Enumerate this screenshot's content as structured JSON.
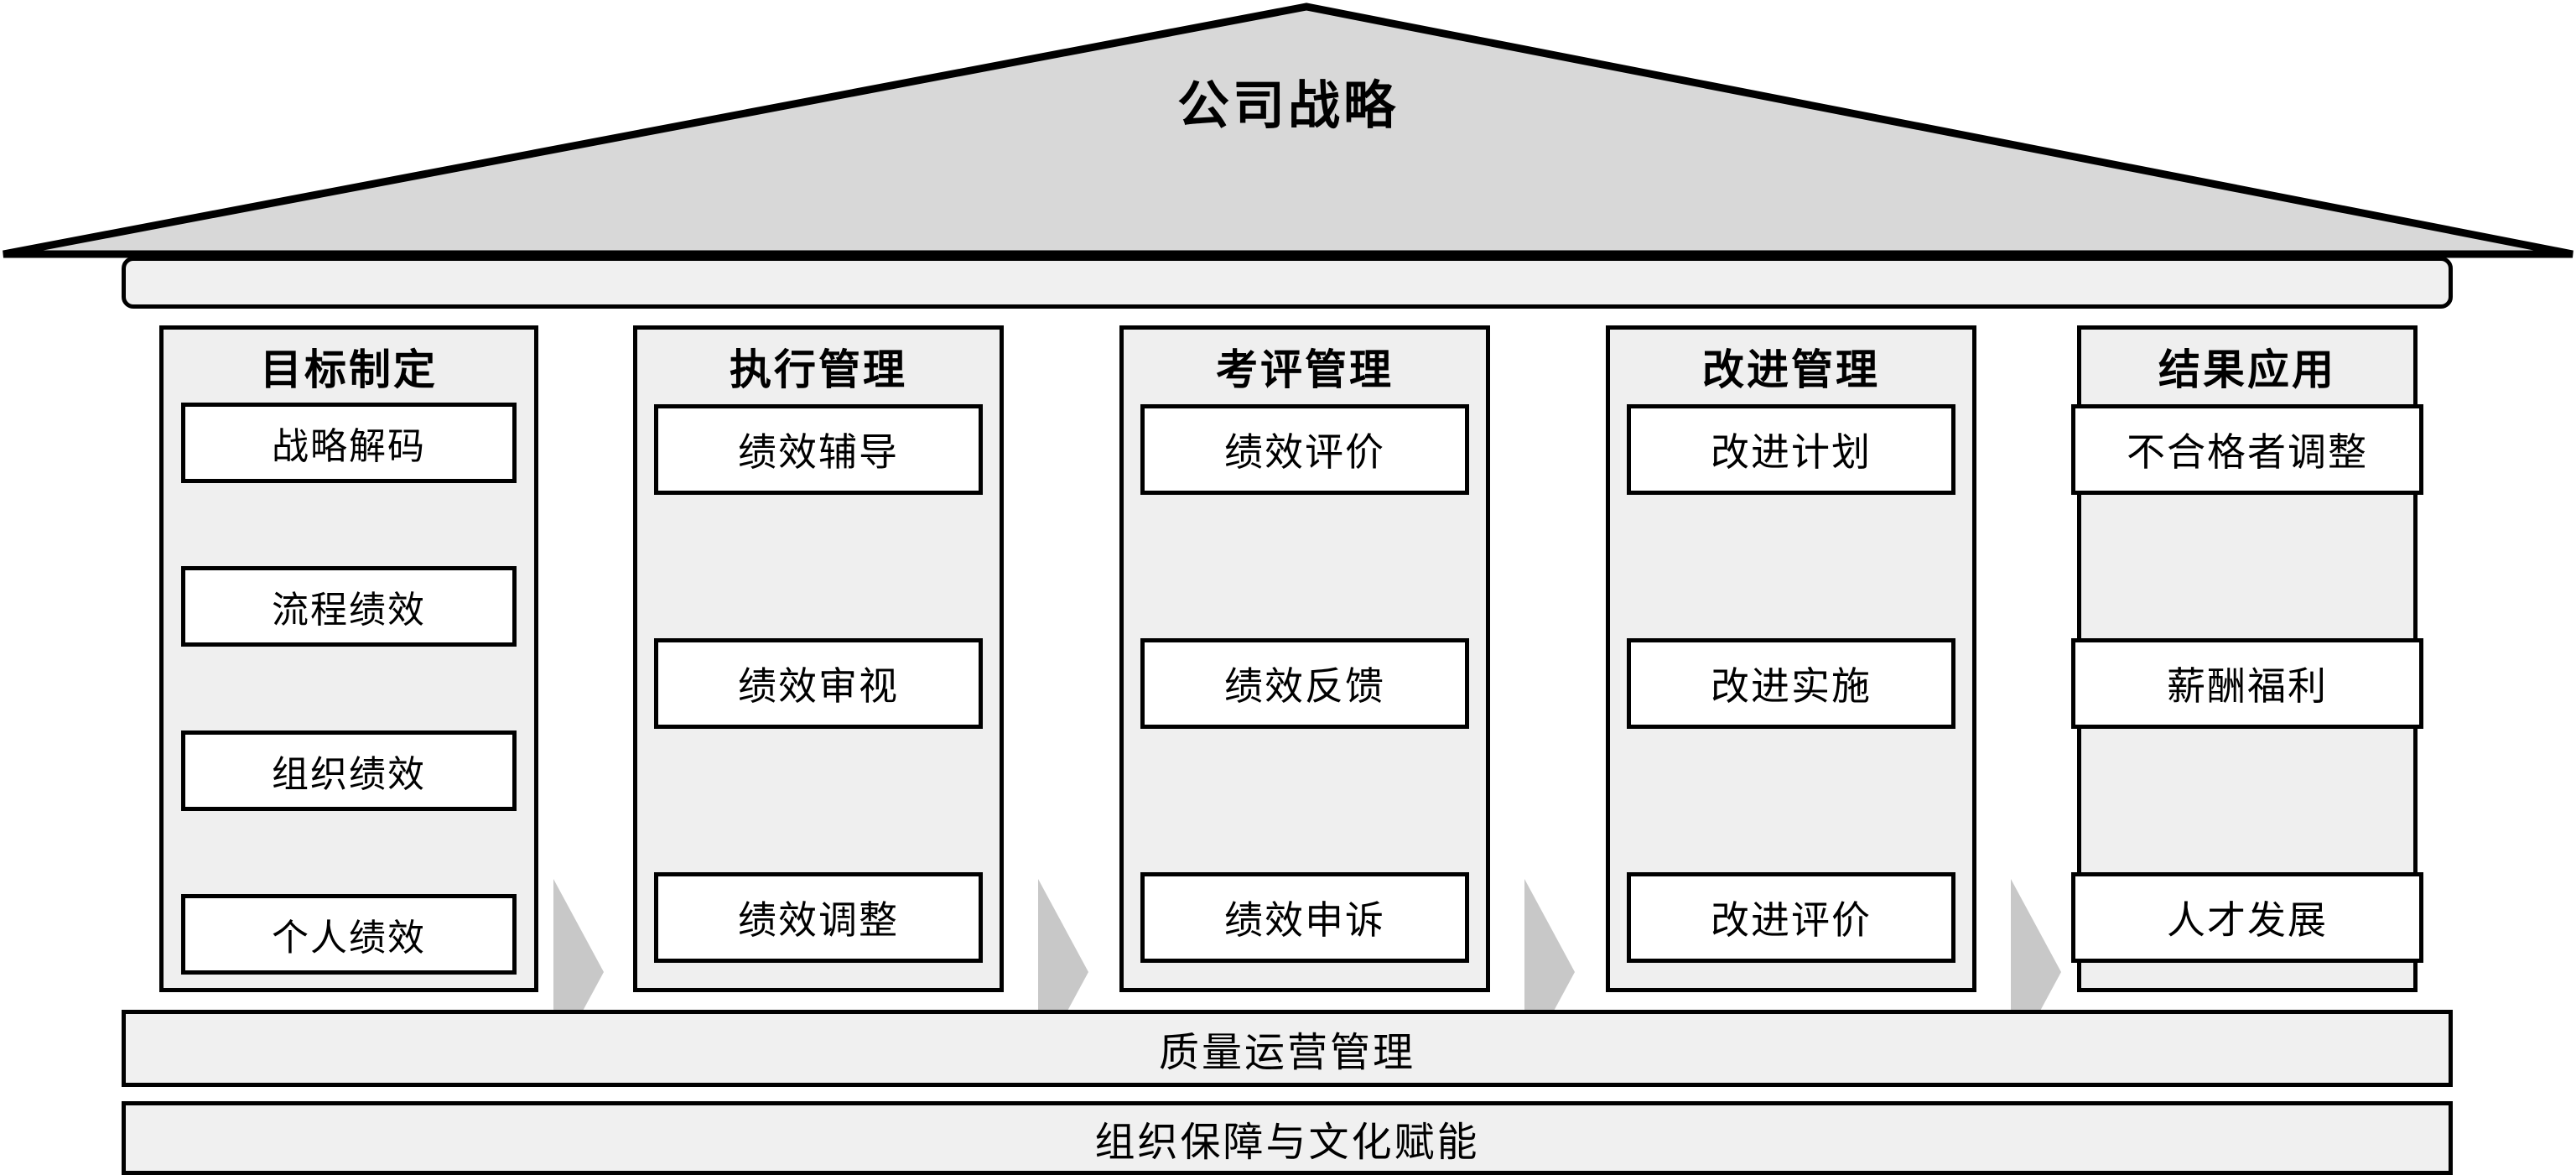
{
  "roof": {
    "title": "公司战略",
    "fill": "#d8d8d8",
    "stroke": "#000000"
  },
  "lintel": {
    "label": "",
    "fill": "#f0f0f0"
  },
  "arrow": {
    "name": "right-arrow",
    "fill": "#c8c8c8",
    "count": 4
  },
  "pillars": [
    {
      "title": "目标制定",
      "items": [
        "战略解码",
        "流程绩效",
        "组织绩效",
        "个人绩效"
      ]
    },
    {
      "title": "执行管理",
      "items": [
        "绩效辅导",
        "绩效审视",
        "绩效调整"
      ]
    },
    {
      "title": "考评管理",
      "items": [
        "绩效评价",
        "绩效反馈",
        "绩效申诉"
      ]
    },
    {
      "title": "改进管理",
      "items": [
        "改进计划",
        "改进实施",
        "改进评价"
      ]
    },
    {
      "title": "结果应用",
      "items": [
        "不合格者调整",
        "薪酬福利",
        "人才发展"
      ]
    }
  ],
  "footer": {
    "bars": [
      {
        "label": "质量运营管理"
      },
      {
        "label": "组织保障与文化赋能"
      }
    ]
  },
  "colors": {
    "roof_fill": "#d8d8d8",
    "pillar_fill": "#efefef",
    "bar_fill": "#f0f0f0",
    "item_fill": "#ffffff",
    "arrow_fill": "#c8c8c8",
    "outline": "#000000"
  }
}
